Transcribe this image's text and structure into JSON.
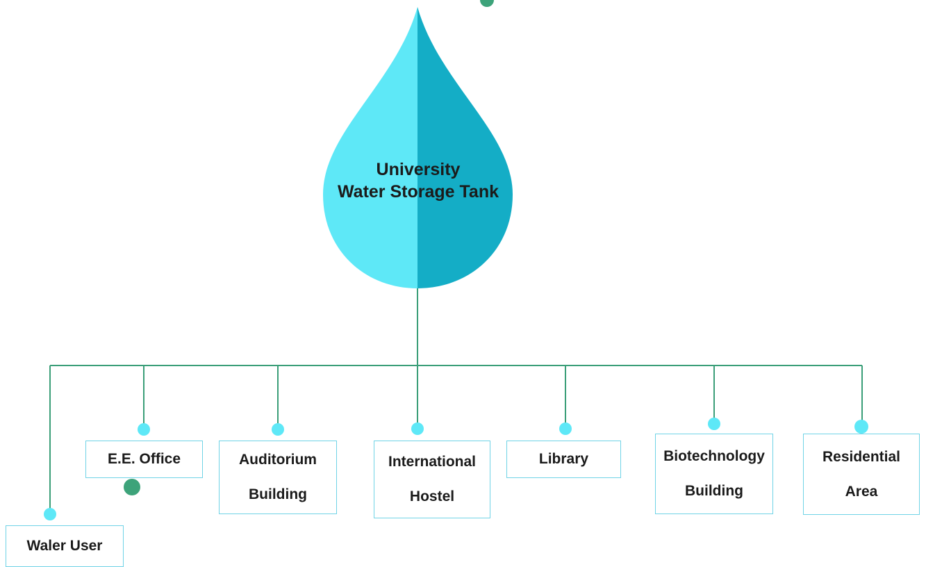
{
  "diagram": {
    "root": {
      "line1": "University",
      "line2": "Water Storage Tank"
    },
    "nodes": [
      {
        "id": "ee-office",
        "line1": "E.E. Office",
        "line2": ""
      },
      {
        "id": "auditorium",
        "line1": "Auditorium",
        "line2": "Building"
      },
      {
        "id": "hostel",
        "line1": "International",
        "line2": "Hostel"
      },
      {
        "id": "library",
        "line1": "Library",
        "line2": ""
      },
      {
        "id": "biotech",
        "line1": "Biotechnology",
        "line2": "Building"
      },
      {
        "id": "residential",
        "line1": "Residential",
        "line2": "Area"
      },
      {
        "id": "water-user",
        "line1": "Waler User",
        "line2": ""
      }
    ],
    "colors": {
      "drop_light": "#5ee8f7",
      "drop_dark": "#14adc6",
      "connector": "#3a9e78",
      "endpoint_dot": "#5ee8f7",
      "accent_dot": "#3da37a",
      "box_border": "#6fd3e6"
    }
  }
}
